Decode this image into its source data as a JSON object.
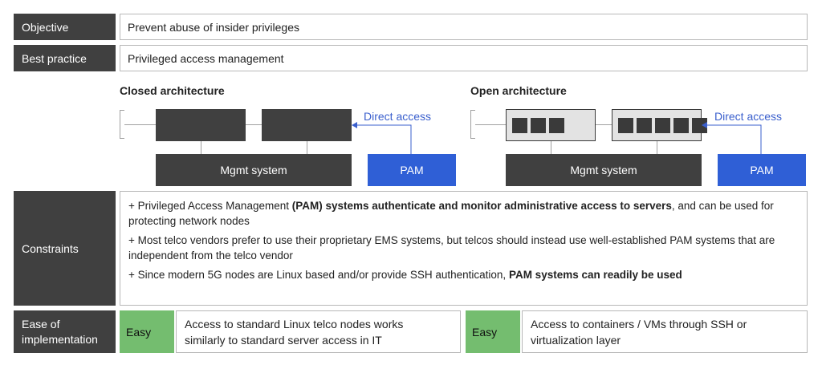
{
  "objective": {
    "label": "Objective",
    "value": "Prevent abuse of insider privileges"
  },
  "best_practice": {
    "label": "Best practice",
    "value": "Privileged access management"
  },
  "closed": {
    "title": "Closed architecture",
    "direct_access": "Direct access",
    "mgmt": "Mgmt system",
    "pam": "PAM"
  },
  "open": {
    "title": "Open architecture",
    "direct_access": "Direct access",
    "mgmt": "Mgmt system",
    "pam": "PAM"
  },
  "constraints": {
    "label": "Constraints",
    "bullets": [
      {
        "prefix": "+ Privileged Access Management ",
        "bold": "(PAM) systems authenticate and monitor administrative access to servers",
        "suffix": ", and can be used for protecting network nodes"
      },
      {
        "prefix": "+ Most telco vendors prefer to use their proprietary EMS systems, but telcos should instead use well-established PAM systems that are independent from the telco vendor",
        "bold": "",
        "suffix": ""
      },
      {
        "prefix": "+ Since modern 5G nodes are Linux based and/or provide SSH authentication, ",
        "bold": "PAM systems can readily be used",
        "suffix": ""
      }
    ]
  },
  "ease": {
    "label_line1": "Ease of",
    "label_line2": "implementation",
    "closed": {
      "rating": "Easy",
      "line1": "Access to standard Linux telco nodes works",
      "line2": "similarly to standard server access in IT"
    },
    "open": {
      "rating": "Easy",
      "line1": "Access to containers / VMs through SSH or",
      "line2": "virtualization layer"
    }
  },
  "colors": {
    "label_bg": "#404040",
    "pam_blue": "#2f5fd6",
    "easy_green": "#74bd6f",
    "direct_text": "#3a5fcd"
  }
}
